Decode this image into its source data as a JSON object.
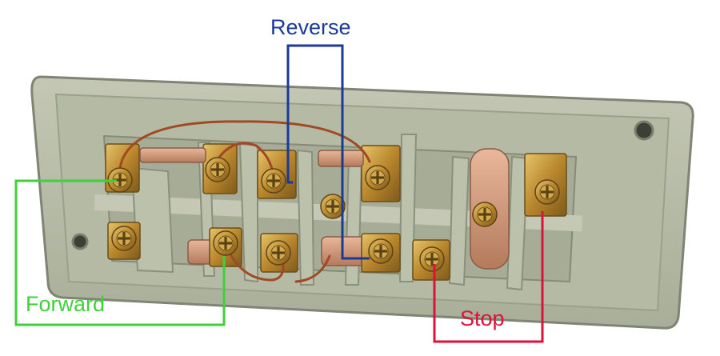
{
  "labels": {
    "reverse": "Reverse",
    "forward": "Forward",
    "stop": "Stop"
  },
  "colors": {
    "reverse": "#1a3a9a",
    "forward": "#3fd13a",
    "stop": "#e0103a",
    "housing": "#b9bea9",
    "housing_shadow": "#8e9382",
    "copper_wire": "#a04a24",
    "brass": "#c89a3a",
    "background": "#ffffff"
  },
  "icons": [
    "screw-terminal-icon",
    "mounting-hole-icon",
    "jumper-wire-icon"
  ]
}
